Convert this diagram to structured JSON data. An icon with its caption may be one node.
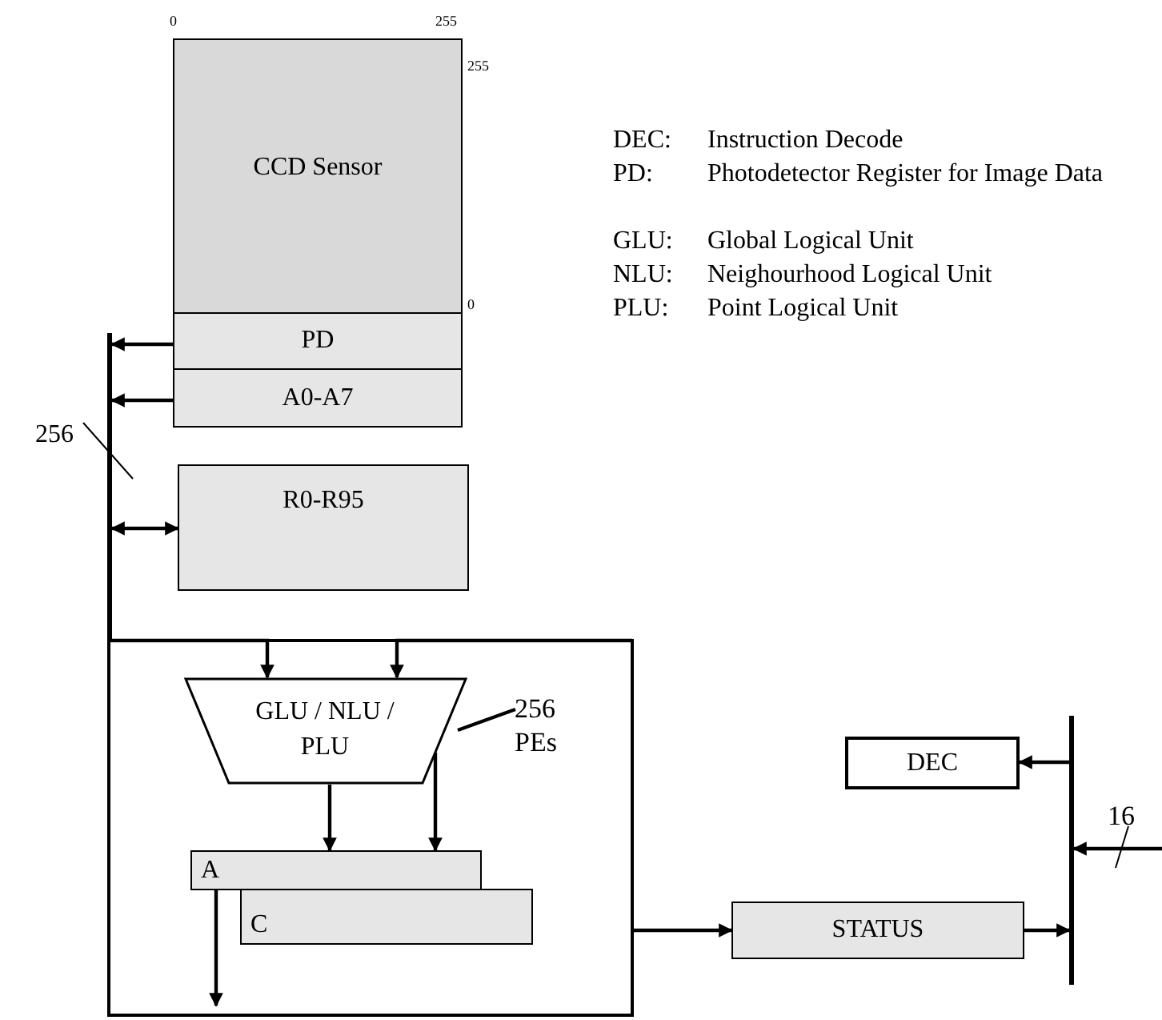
{
  "diagram": {
    "nodes": [
      {
        "text": [
          "CCD Sensor"
        ],
        "beside": [
          "0",
          "255",
          "255",
          "0"
        ]
      },
      {
        "text": [
          "PD"
        ]
      },
      {
        "text": [
          "A0-A7"
        ]
      },
      {
        "text": [],
        "shape": "bar"
      },
      {
        "text": [
          "R0-R95"
        ]
      },
      {
        "text": [],
        "shape": "box"
      },
      {
        "text": [
          "GLU / NLU / PLU"
        ],
        "in": 5
      },
      {
        "text": [
          "256 PEs"
        ],
        "in": 5
      },
      {
        "text": [
          "A"
        ],
        "in": 5
      },
      {
        "text": [
          "C"
        ],
        "in": 5
      },
      {
        "text": [
          "DEC"
        ]
      },
      {
        "text": [],
        "shape": "bar"
      },
      {
        "text": [
          "STATUS"
        ]
      }
    ],
    "edges": [
      {
        "from": 1,
        "to": 3,
        "arrow": "to"
      },
      {
        "from": 2,
        "to": 3,
        "arrow": "to"
      },
      {
        "from": 4,
        "to": 3,
        "arrow": "both"
      },
      {
        "from": 3,
        "to": 6,
        "arrow": "to"
      },
      {
        "from": null,
        "to": 6,
        "arrow": "to"
      },
      {
        "from": 7,
        "to": 6,
        "arrow": "none"
      },
      {
        "from": 6,
        "to": 8,
        "arrow": "to"
      },
      {
        "from": 6,
        "to": 8,
        "arrow": "to"
      },
      {
        "from": 8,
        "to": null,
        "arrow": "to"
      },
      {
        "from": 5,
        "to": 12,
        "arrow": "to"
      },
      {
        "from": 12,
        "to": 11,
        "arrow": "to"
      },
      {
        "from": 11,
        "to": 10,
        "arrow": "to"
      },
      {
        "from": null,
        "to": 11,
        "arrow": "to",
        "label": "16"
      }
    ],
    "labels": [
      "256",
      "DEC:",
      "Instruction Decode",
      "PD:",
      "Photodetector Register for Image Data",
      "GLU:",
      "Global Logical Unit",
      "NLU:",
      "Neighourhood Logical Unit",
      "PLU:",
      "Point Logical Unit"
    ]
  }
}
